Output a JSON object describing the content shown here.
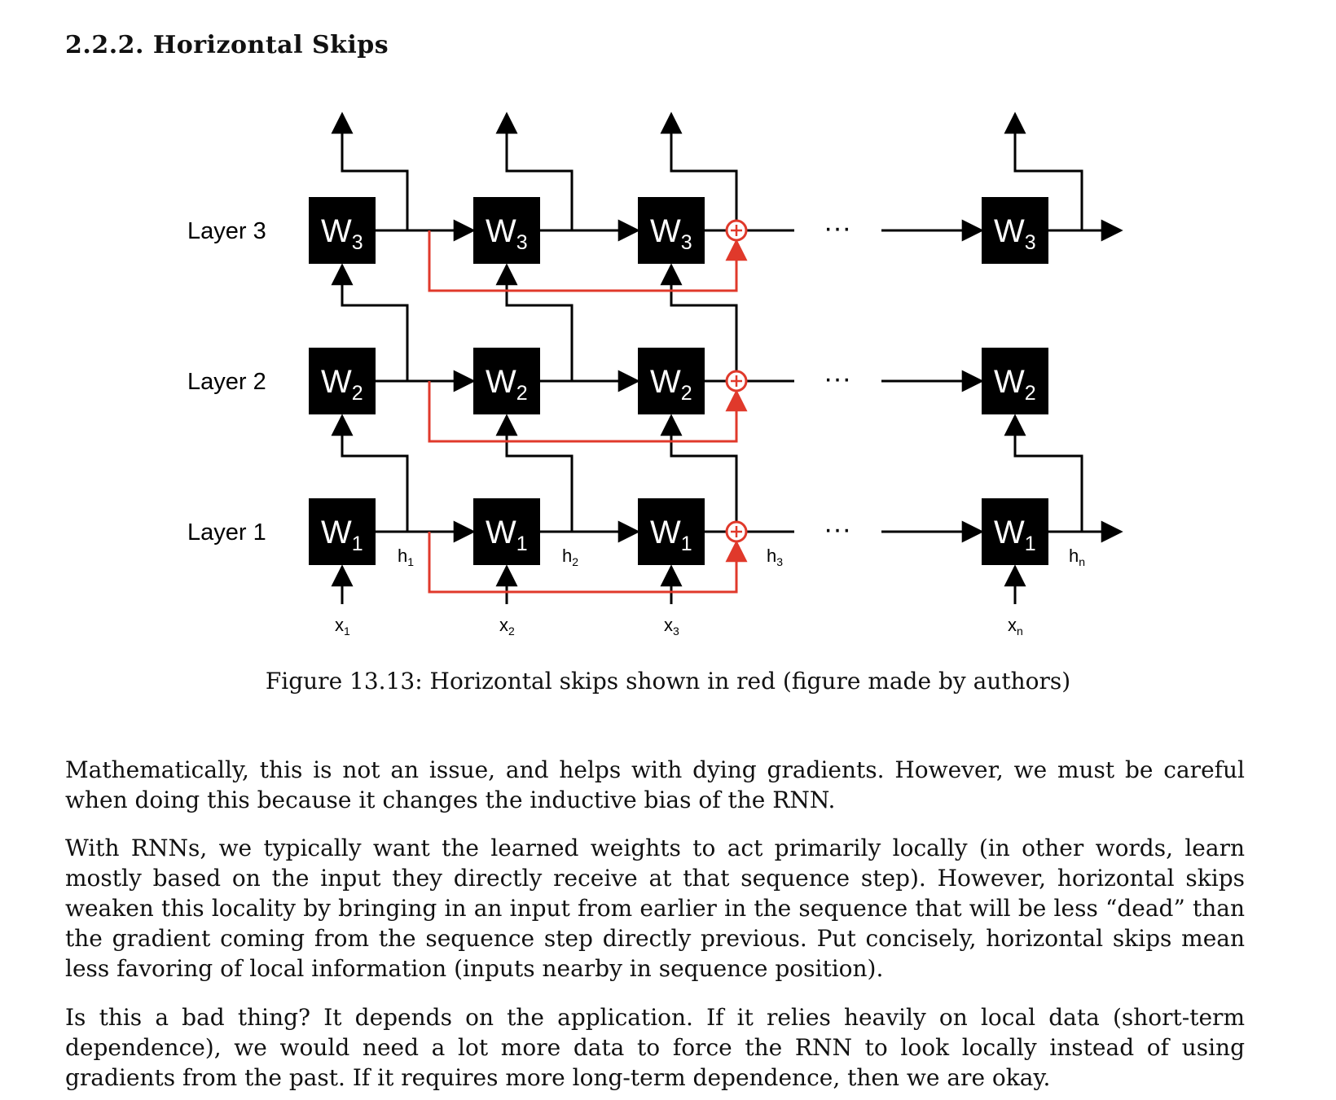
{
  "section": {
    "title": "2.2.2. Horizontal Skips"
  },
  "figure": {
    "layer_labels": [
      "Layer 3",
      "Layer 2",
      "Layer 1"
    ],
    "weights": [
      {
        "base": "W",
        "sub": "3"
      },
      {
        "base": "W",
        "sub": "2"
      },
      {
        "base": "W",
        "sub": "1"
      }
    ],
    "hidden_labels": [
      {
        "base": "h",
        "sub": "1"
      },
      {
        "base": "h",
        "sub": "2"
      },
      {
        "base": "h",
        "sub": "3"
      },
      {
        "base": "h",
        "sub": "n"
      }
    ],
    "input_labels": [
      {
        "base": "x",
        "sub": "1"
      },
      {
        "base": "x",
        "sub": "2"
      },
      {
        "base": "x",
        "sub": "3"
      },
      {
        "base": "x",
        "sub": "n"
      }
    ],
    "ellipsis": "···",
    "colors": {
      "block": "#000000",
      "skip": "#e0392b",
      "line": "#000000"
    }
  },
  "caption": "Figure 13.13: Horizontal skips shown in red (figure made by authors)",
  "paragraphs": [
    "Mathematically, this is not an issue, and helps with dying gradients. However, we must be careful when doing this because it changes the inductive bias of the RNN.",
    "With RNNs, we typically want the learned weights to act primarily locally (in other words, learn mostly based on the input they directly receive at that sequence step). However, horizontal skips weaken this locality by bringing in an input from earlier in the sequence that will be less “dead” than the gradient coming from the sequence step directly previous. Put concisely, horizontal skips mean less favoring of local information (inputs nearby in sequence position).",
    "Is this a bad thing? It depends on the application. If it relies heavily on local data (short-term dependence), we would need a lot more data to force the RNN to look locally instead of using gradients from the past. If it requires more long-term dependence, then we are okay."
  ]
}
